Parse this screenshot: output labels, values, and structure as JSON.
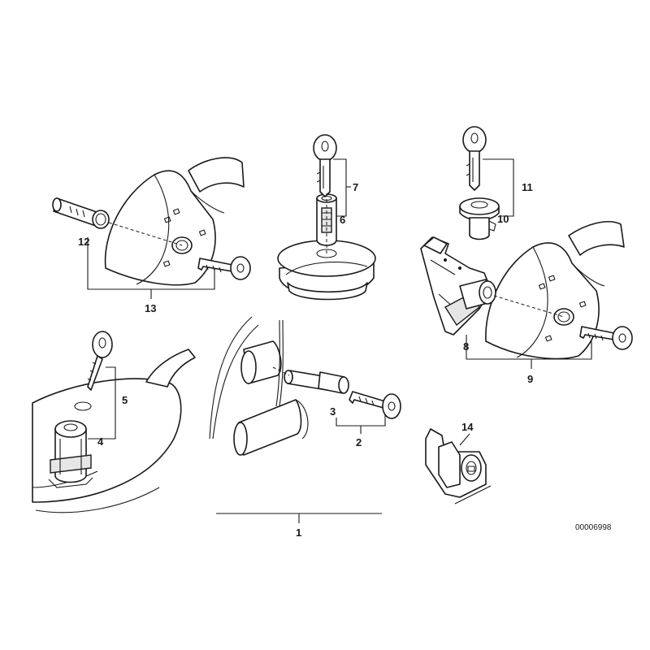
{
  "callouts": {
    "c1": "1",
    "c2": "2",
    "c3": "3",
    "c4": "4",
    "c5": "5",
    "c6": "6",
    "c7": "7",
    "c8": "8",
    "c9": "9",
    "c10": "10",
    "c11": "11",
    "c12": "12",
    "c13": "13",
    "c14": "14"
  },
  "drawing_number": "00006998"
}
